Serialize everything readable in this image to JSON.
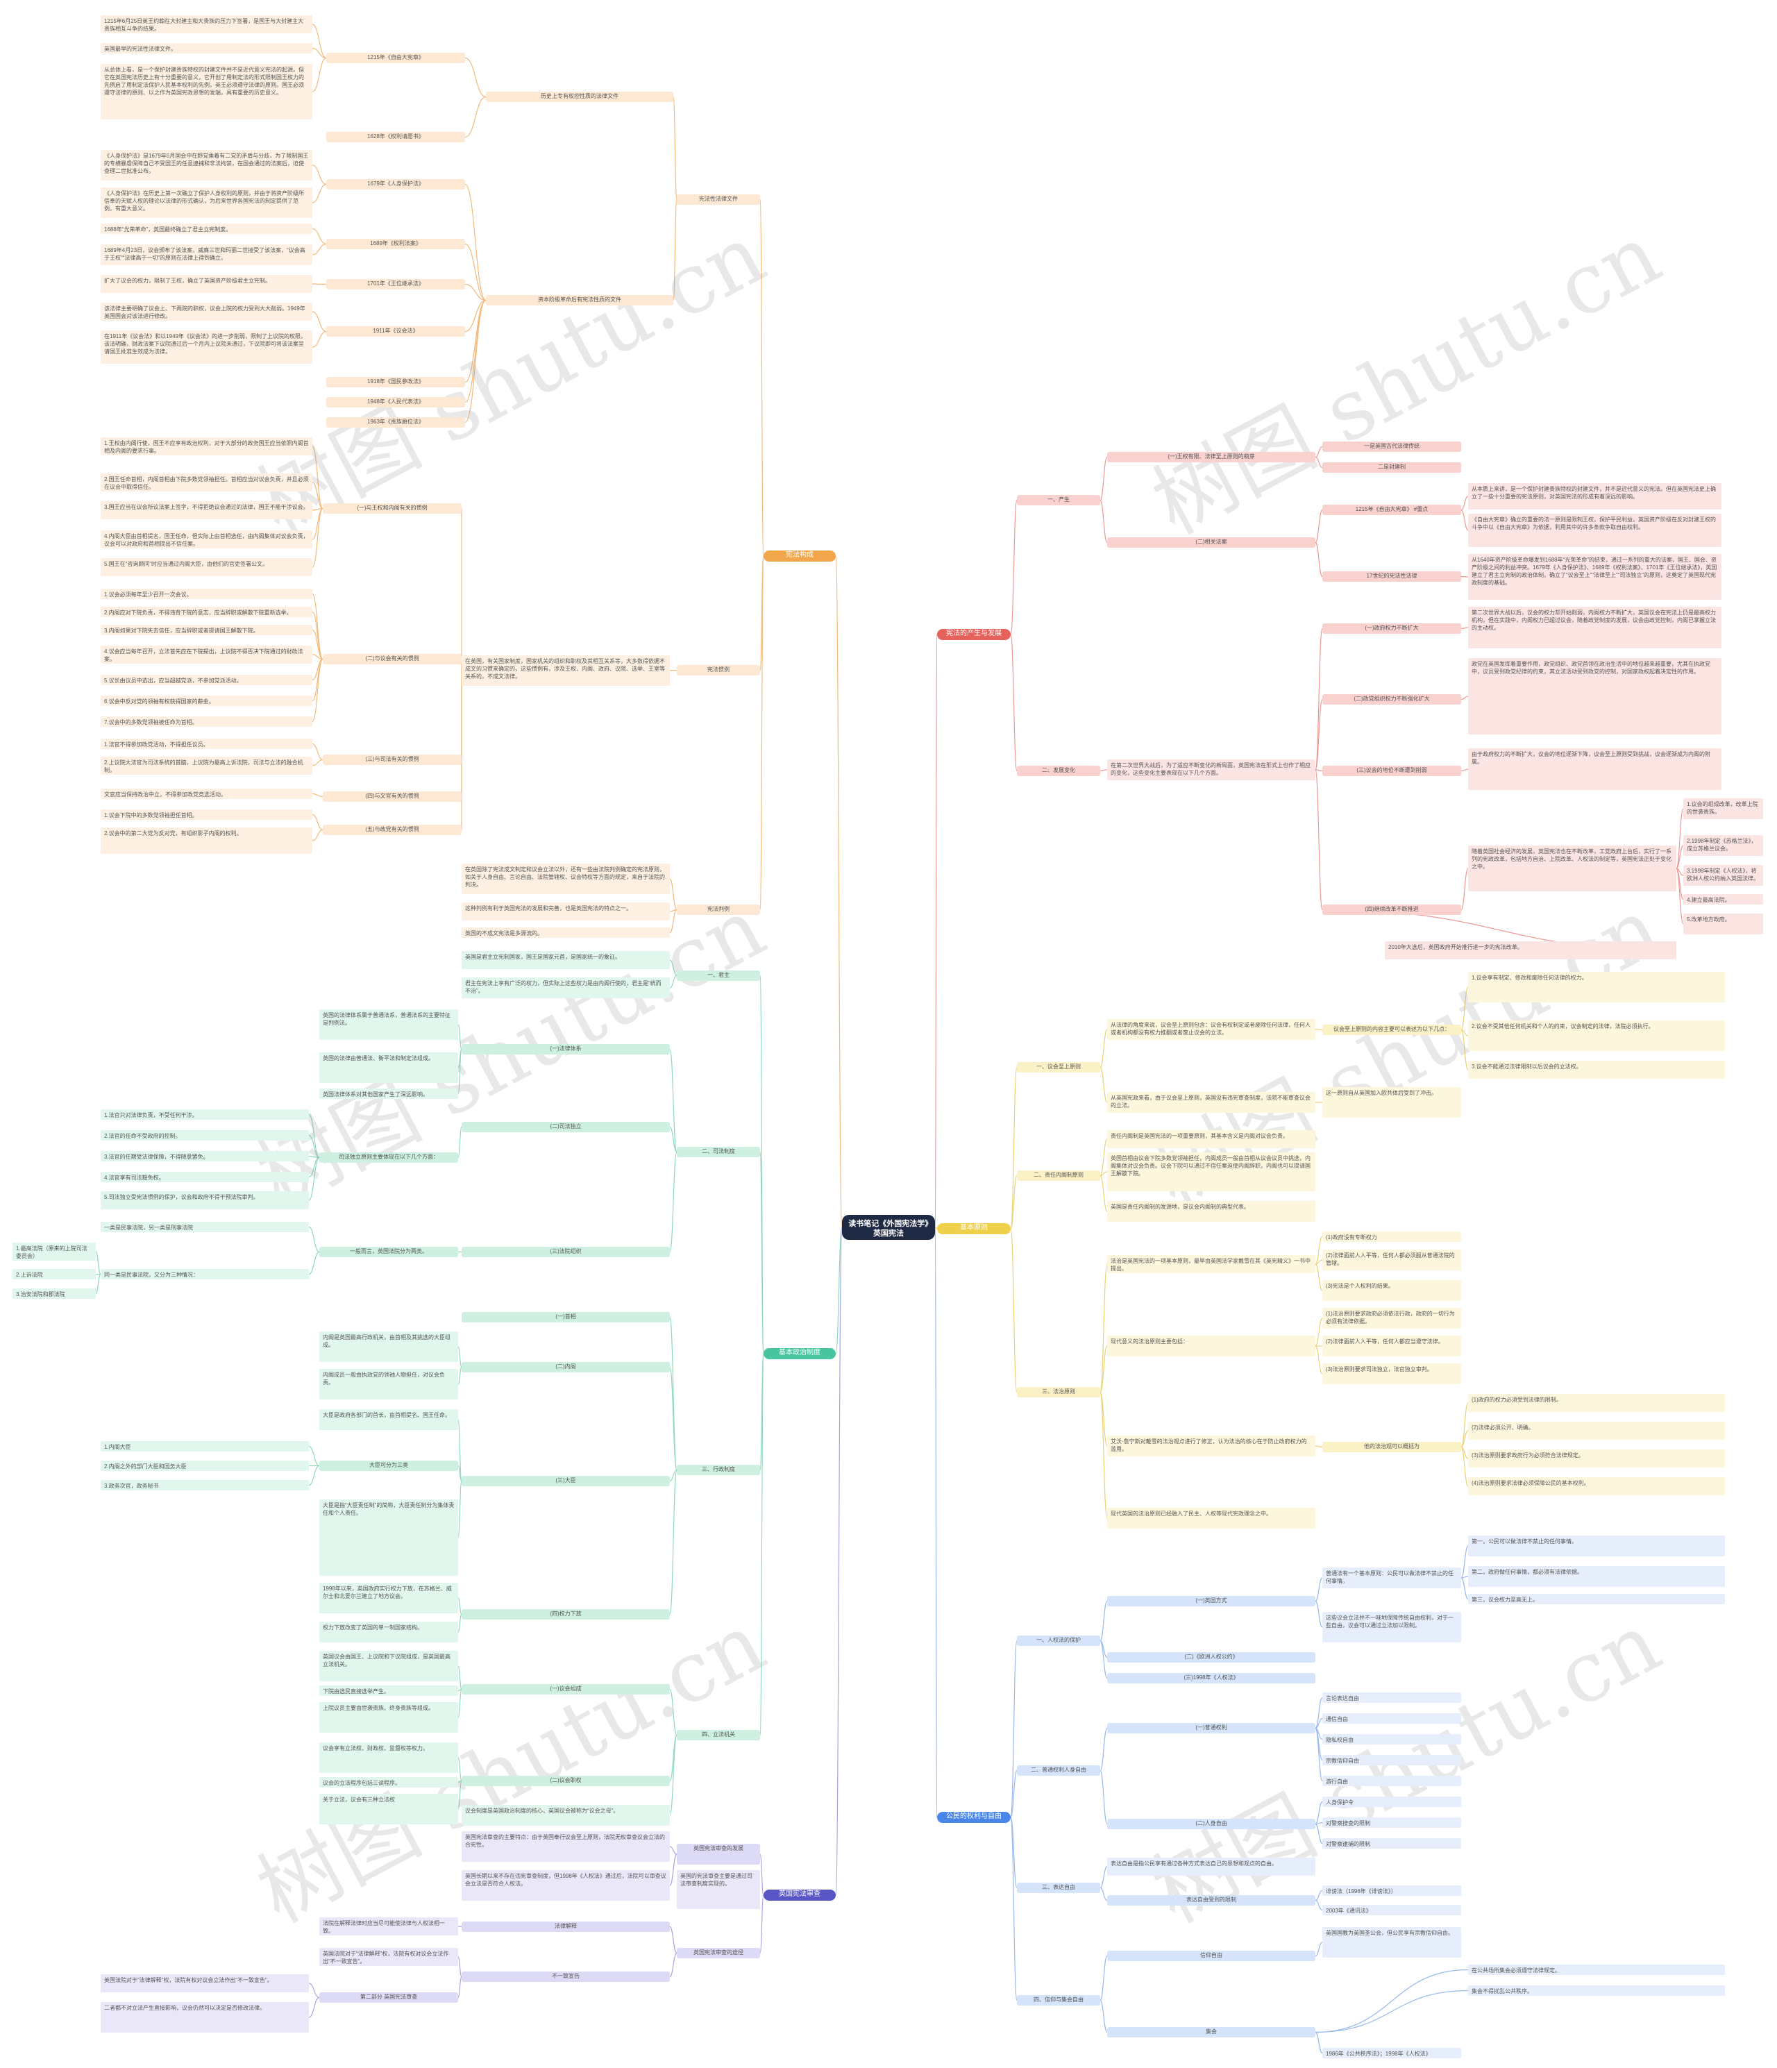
{
  "root": "读书笔记《外国宪法学》英国宪法",
  "branches": {
    "formation": "宪法构成",
    "origin": "宪法的产生与发展",
    "principles": "基本原则",
    "institutions": "基本政治制度",
    "rights": "公民的权利与自由",
    "review": "英国宪法审查"
  },
  "formation": {
    "statute_law": "宪法性法律文件",
    "early_docs": "历史上专有权控性质的法律文件",
    "docs_17": "资本阶级革命后有宪法性质的文件",
    "magna_carta": "1215年《自由大宪章》",
    "magna_carta_txt1": "1215年6月25日英王约翰在大封建主和大贵族的压力下签署，是国王与大封建主大贵族相互斗争的结果。",
    "magna_carta_txt2": "英国最早的宪法性法律文件。",
    "magna_carta_txt3": "从总体上看，是一个保护封建贵族特权的封建文件并不是近代意义宪法的起源。但它在英国宪法历史上有十分重要的意义，它开创了用制定法的形式限制国王权力的先例启了用制定法保护人民基本权利的先例，英王必须遵守法律的原则。国王必须遵守法律的原则、以之作为英国宪政思想的发端，具有重要的历史意义。",
    "petition_1628": "1628年《权利请愿书》",
    "habeas_1679": "1679年《人身保护法》",
    "habeas_txt1": "《人身保护法》是1679年5月国会中在野党乘着有二党的矛盾与分歧，为了限制国王的专横暴虐保障自己不受国王的任意逮捕和非法拘禁，在国会通过的法案后，迫使查理二世批准公布。",
    "habeas_txt2": "《人身保护法》在历史上第一次确立了保护人身权利的原则，并由于将资产阶级所信奉的天赋人权的理论以法律的形式确认，为后来世界各国宪法的制定提供了范例，有重大意义。",
    "revolution_1688": "1688年“光荣革命”，英国最终确立了君主立宪制度。",
    "bill_1689": "1689年《权利法案》",
    "bill_txt": "1689年4月23日，议会颁布了该法案，威廉三世和玛丽二世接受了该法案，“议会高于王权”“法律高于一切”的原则在法律上得到确立。",
    "settlement_1701": "1701年《王位继承法》",
    "settlement_txt": "扩大了议会的权力，限制了王权，确立了英国资产阶级君主立宪制。",
    "parliament_1911": "1911年《议会法》",
    "parliament_txt1": "该法律主要明确了议会上、下两院的职权，议会上院的权力受到大大削弱。1949年英国国会对该法进行修改。",
    "parliament_txt2": "在1911年《议会法》和以1949年《议会法》的进一步削弱，限制了上议院的权限，该法明确，财政法案下议院通过后一个月内上议院未通过，下议院即可将该法案呈请国王批准生效成为法律。",
    "suffrage_1918": "1918年《国民参政法》",
    "people_1948": "1948年《人民代表法》",
    "peerage_1963": "1963年《贵族爵位法》",
    "conventions": "宪法惯例",
    "conventions_txt": "在英国，有关国家制度，国家机关的组织和职权及其相互关系等，大多数得依据不成文的习惯来确定的，这些惯例有，涉及王权、内阁、政府、议院、选举、王室等关系的，不成文法律。",
    "conv_1": "(一)与王权和内阁有关的惯例",
    "conv_1_items": [
      "1.王权由内阁行使，国王不应享有政治权利，对于大部分的政务国王应当依照内阁首相及内阁的要求行事。",
      "2.国王任命首相，内阁首相由下院多数党领袖担任。首相应当对议会负责，并且必须在议会中取得信任。",
      "3.国王应当在议会所议法案上签字，不得拒绝议会通过的法律，国王不能干涉议会。",
      "4.内阁大臣由首相提名，国王任命，但实际上由首相选任，由内阁集体对议会负责，议会可以对政府和首相提出不信任案。",
      "5.国王在“咨询顾问”时应当通过内阁大臣，由他们的官吏签署公文。"
    ],
    "conv_2": "(二)与议会有关的惯例",
    "conv_2_items": [
      "1.议会必须每年至少召开一次会议。",
      "2.内阁应对下院负责，不得违背下院的意志，应当辞职或解散下院重新选举。",
      "3.内阁如果对下院失去信任，应当辞职或者提请国王解散下院。",
      "4.议会应当每年召开，立法首先应在下院提出，上议院不得否决下院通过的财政法案。",
      "5.议长由议员中选出，应当超越党派，不参加党派活动。",
      "6.议会中反对党的领袖有权获得国家的薪金。",
      "7.议会中的多数党领袖被任命为首相。"
    ],
    "conv_3": "(三)与司法有关的惯例",
    "conv_3_items": [
      "1.法官不得参加政党活动，不得担任议员。",
      "2.上议院大法官为司法系统的首脑，上议院为最高上诉法院，司法与立法的融合机制。"
    ],
    "conv_4": "(四)与文官有关的惯例",
    "conv_4_item": "文官应当保持政治中立，不得参加政党竞选活动。",
    "conv_5": "(五)与政党有关的惯例",
    "conv_5_items": [
      "1.议会下院中的多数党领袖担任首相。",
      "2.议会中的第二大党为反对党，有组织影子内阁的权利。"
    ],
    "case_law": "宪法判例",
    "case_law_txt": "在英国除了宪法成文制定和议会立法以外，还有一些由法院判例确定的宪法原则，如关于人身自由、言论自由、法院管辖权、议会特权等方面的规定，来自于法院的判决。",
    "case_law_txt2": "这种判例有利于英国宪法的发展和完善，也是英国宪法的特点之一。",
    "case_law_txt3": "英国的不成文宪法是多源流的。"
  },
  "origin": {
    "birth": "一、产生",
    "birth_1": "(一)王权有限、法律至上原则的萌芽",
    "birth_1a": "一是英国古代法律传统",
    "birth_1b": "二是封建制",
    "birth_2": "(二)相关法案",
    "magna_label": "1215年《自由大宪章》 #重点",
    "magna_desc": "从本质上来讲，是一个保护封建贵族特权的封建文件，并不是近代意义的宪法。但在英国宪法史上确立了一些十分重要的宪法原则，对英国宪法的形成有着深远的影响。",
    "magna_desc2": "《自由大宪章》确立的重要的法一原则是限制王权，保护平民利益，英国资产阶级在反对封建王权的斗争中以《自由大宪章》为依据，利用其中的许多条款争取自由权利。",
    "acts_17": "17世纪的宪法性法律",
    "acts_17_desc": "从1640年资产阶级革命爆发到1688年“光荣革命”的结束，通过一系列的重大的法案，国王、国会、资产阶级之间的利益冲突。1679年《人身保护法》、1689年《权利法案》、1701年《王位继承法》，英国建立了君主立宪制的政治体制，确立了“议会至上”“法律至上”“司法独立”的原则，这奠定了英国现代宪政制度的基础。",
    "dev": "二、发展变化",
    "dev_txt": "在第二次世界大战后，为了适应不断变化的新局面，英国宪法在形式上也作了相应的变化，这些变化主要表现在以下几个方面。",
    "dev_1": "(一)政府权力不断扩大",
    "dev_1_txt": "第二次世界大战以后，议会的权力却开始削弱，内阁权力不断扩大，英国议会在宪法上仍是最高权力机构，但在实践中，内阁权力已超过议会，随着政党制度的发展，议会由政党控制，内阁已掌握立法的主动权。",
    "dev_2": "(二)政党组织权力不断强化扩大",
    "dev_2_txt": "政党在英国发挥着重要作用，政党组织、政党首领在政治生活中的地位越来越重要，尤其在执政党中，议员受到政党纪律的约束，其立法活动受到政党的控制，对国家政权起着决定性的作用。",
    "dev_3": "(三)议会的地位不断遭到削弱",
    "dev_3_txt": "由于政府权力的不断扩大，议会的地位逐渐下降，议会至上原则受到挑战，议会逐渐成为内阁的附属。",
    "dev_4": "(四)继续改革不断推进",
    "dev_4_txt": "随着英国社会经济的发展，英国宪法也在不断改革，工党政府上台后，实行了一系列的宪政改革，包括地方自治、上院改革、人权法的制定等，英国宪法正处于变化之中。",
    "dev_4_items": [
      "1.议会的组成改革，改革上院的世袭贵族。",
      "2.1998年制定《苏格兰法》，成立苏格兰议会。",
      "3.1998年制定《人权法》，将欧洲人权公约纳入英国法律。",
      "4.建立最高法院。",
      "5.改革地方政府。"
    ],
    "dev_4_note": "2010年大选后，英国政府开始推行进一步的宪法改革。"
  },
  "principles": {
    "p1": "一、议会至上原则",
    "p1_txt": "从法律的角度来说，议会至上原则包含：议会有权制定或者废除任何法律，任何人或者机构都没有权力推翻或者废止议会的立法。",
    "p1_a": "议会至上原则的内容主要可以表述为以下几点：",
    "p1_items": [
      "1.议会享有制定、修改和废除任何法律的权力。",
      "2.议会不受其他任何机关和个人的约束，议会制定的法律，法院必须执行。",
      "3.议会不能通过法律限制以后议会的立法权。"
    ],
    "p1_b": "从英国宪政来看，由于议会至上原则，英国没有违宪审查制度，法院不能审查议会的立法。",
    "p1_c": "这一原则自从英国加入欧共体后受到了冲击。",
    "p2": "二、责任内阁制原则",
    "p2_txt": "责任内阁制是英国宪法的一项重要原则，其基本含义是内阁对议会负责。",
    "p2_txt2": "英国首相由议会下院多数党领袖担任，内阁成员一般由首相从议会议员中挑选，内阁集体对议会负责。议会下院可以通过不信任案迫使内阁辞职，内阁也可以提请国王解散下院。",
    "p2_txt3": "英国是责任内阁制的发源地，是议会内阁制的典型代表。",
    "p3": "三、法治原则",
    "p3_txt": "法治是英国宪法的一项基本原则，最早由英国法学家戴雪在其《英宪精义》一书中提出。",
    "p3_items": [
      "(1)政府没有专断权力",
      "(2)法律面前人人平等，任何人都必须服从普通法院的管辖。",
      "(3)宪法是个人权利的结果。"
    ],
    "p3_b": "现代意义的法治原则主要包括：",
    "p3_b_items": [
      "(1)法治原则要求政府必须依法行政，政府的一切行为必须有法律依据。",
      "(2)法律面前人人平等，任何人都应当遵守法律。",
      "(3)法治原则要求司法独立，法官独立审判。"
    ],
    "p3_c": "艾沃·詹宁斯对戴雪的法治观点进行了修正，认为法治的核心在于防止政府权力的滥用。",
    "p3_c_lbl": "他的法治观可以概括为",
    "p3_c_items": [
      "(1)政府的权力必须受到法律的限制。",
      "(2)法律必须公开、明确。",
      "(3)法治原则要求政府行为必须符合法律规定。",
      "(4)法治原则要求法律必须保障公民的基本权利。"
    ],
    "p3_d": "现代英国的法治原则已经融入了民主、人权等现代宪政理念之中。"
  },
  "institutions": {
    "monarch": "一、君主",
    "monarch_txt1": "英国是君主立宪制国家，国王是国家元首，是国家统一的象征。",
    "monarch_txt2": "君主在宪法上享有广泛的权力，但实际上这些权力是由内阁行使的，君主是“统而不治”。",
    "judiciary": "二、司法制度",
    "jud_1": "(一)法律体系",
    "jud_1_txt": "英国的法律体系属于普通法系，普通法系的主要特征是判例法。",
    "jud_1_txt2": "英国的法律由普通法、衡平法和制定法组成。",
    "jud_1_txt3": "英国法律体系对其他国家产生了深远影响。",
    "jud_2": "(二)司法独立",
    "jud_2_lbl": "司法独立原则主要体现在以下几个方面：",
    "jud_2_items": [
      "1.法官只对法律负责，不受任何干涉。",
      "2.法官的任命不受政府的控制。",
      "3.法官的任期受法律保障，不得随意罢免。",
      "4.法官享有司法豁免权。",
      "5.司法独立受宪法惯例的保护，议会和政府不得干预法院审判。"
    ],
    "jud_3": "(三)法院组织",
    "jud_3_txt": "一般而言，英国法院分为两类。",
    "jud_3_sub": "一类是民事法院，另一类是刑事法院",
    "jud_3_items": [
      "1.最高法院（原来的上院司法委员会）",
      "2.上诉法院",
      "3.治安法院和郡法院"
    ],
    "jud_3_sub2": "同一类是民事法院，又分为三种情况：",
    "exec": "三、行政制度",
    "exec_1": "(一)首相",
    "exec_2": "(二)内阁",
    "exec_2_txt": "内阁是英国最高行政机关，由首相及其挑选的大臣组成。",
    "exec_2_txt2": "内阁成员一般由执政党的领袖人物担任，对议会负责。",
    "exec_3": "(三)大臣",
    "exec_3_txt": "大臣是政府各部门的首长，由首相提名、国王任命。",
    "exec_3_lbl": "大臣可分为三类",
    "exec_3_items": [
      "1.内阁大臣",
      "2.内阁之外的部门大臣和国务大臣",
      "3.政务次官，政务秘书"
    ],
    "exec_3_txt2": "大臣是指“大臣责任制”的简称，大臣责任制分为集体责任和个人责任。",
    "exec_4": "(四)权力下放",
    "exec_4_txt": "1998年以来，英国政府实行权力下放，在苏格兰、威尔士和北爱尔兰建立了地方议会。",
    "exec_4_txt2": "权力下放改变了英国的单一制国家结构。",
    "legis": "四、立法机关",
    "legis_1": "(一)议会组成",
    "legis_1_txt": "英国议会由国王、上议院和下议院组成，是英国最高立法机关。",
    "legis_1_txt2": "下院由选民直接选举产生。",
    "legis_1_txt3": "上院议员主要由世袭贵族、终身贵族等组成。",
    "legis_2": "(二)议会职权",
    "legis_2_txt": "议会享有立法权、财政权、监督权等权力。",
    "legis_2_txt2": "议会的立法程序包括三读程序。",
    "legis_3": "关于立法，议会有三种立法权",
    "legis_4": "议会制度是英国政治制度的核心，英国议会被称为“议会之母”。"
  },
  "rights": {
    "r1": "一、人权法的保护",
    "r1_1": "(一)英国方式",
    "r1_1_txt": "普通法有一个基本原则：公民可以做法律不禁止的任何事情。",
    "r1_1_items": [
      "第一，公民可以做法律不禁止的任何事情。",
      "第二，政府做任何事情，都必须有法律依据。",
      "第三，议会权力至高无上。"
    ],
    "r1_1_txt2": "这些议会立法并不一味地保障传统自由权利，对于一些自由，议会可以通过立法加以限制。",
    "r1_2": "(二)《欧洲人权公约》",
    "r1_3": "(三)1998年《人权法》",
    "r2": "二、普通权利人身自由",
    "r2_1": "(一)普通权利",
    "r2_1_items": [
      "言论表达自由",
      "通信自由",
      "隐私权自由",
      "宗教信仰自由",
      "游行自由"
    ],
    "r2_2": "(二)人身自由",
    "r2_2_items": [
      "人身保护令",
      "对警察搜查的限制",
      "对警察逮捕的限制"
    ],
    "r3": "三、表达自由",
    "r3_txt": "表达自由是指公民享有通过各种方式表达自己的思想和观点的自由。",
    "r3_a": "表达自由受到的限制",
    "r3_a_items": [
      "诽谤法（1996年《诽谤法》）",
      "2003年《通讯法》"
    ],
    "r4": "四、信仰与集会自由",
    "r4_1": "信仰自由",
    "r4_1_txt": "英国国教为英国圣公会，但公民享有宗教信仰自由。",
    "r4_2": "集会",
    "r4_2_items": [
      "在公共场所集会必须遵守法律规定。",
      "集会不得扰乱公共秩序。"
    ],
    "r4_2_txt": "1986年《公共秩序法》；1998年《人权法》"
  },
  "review": {
    "rv_txt": "英国宪法审查的主要特点：由于英国奉行议会至上原则，法院无权审查议会立法的合宪性。",
    "rv_1": "英国宪法审查的发展",
    "rv_1_txt": "英国长期以来不存在违宪审查制度，但1998年《人权法》通过后，法院可以审查议会立法是否符合人权法。",
    "rv_1_txt2": "英国的宪法审查主要是通过司法审查制度实现的。",
    "rv_2": "英国宪法审查的途径",
    "rv_2_1": "法律解释",
    "rv_2_1_txt": "法院在解释法律时应当尽可能使法律与人权法相一致。",
    "rv_2_2": "不一致宣告",
    "rv_2_2_txt": "英国法院对于“法律解释”权，法院有权对议会立法作出“不一致宣告”。",
    "rv_2_3": "第二部分 英国宪法审查",
    "rv_2_3_txt": "二者都不对立法产生直接影响，议会仍然可以决定是否修改法律。"
  },
  "watermark": "树图 shutu.cn"
}
